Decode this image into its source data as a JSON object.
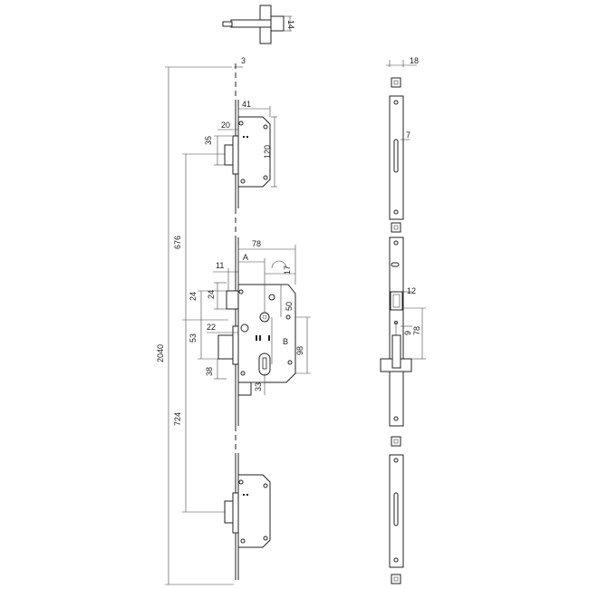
{
  "drawing": {
    "top_detail_dim": "14",
    "front_view": {
      "plate_thickness": "3",
      "overall_height": "2040",
      "upper_distance": "676",
      "lower_distance": "724",
      "upper_lock": {
        "depth": "41",
        "bolt_offset": "20",
        "bolt_height": "35",
        "height": "120"
      },
      "main_lock": {
        "depth": "78",
        "label_a": "A",
        "label_b": "B",
        "dim_11": "11",
        "dim_17": "17",
        "dim_24a": "24",
        "dim_24b": "24",
        "dim_50": "50",
        "dim_22": "22",
        "dim_53": "53",
        "dim_98": "98",
        "dim_38": "38",
        "dim_33": "33"
      }
    },
    "side_view": {
      "faceplate_width": "18",
      "upper_slot": "7",
      "main_slot": "12",
      "dim_9": "9",
      "dim_78": "78"
    }
  }
}
